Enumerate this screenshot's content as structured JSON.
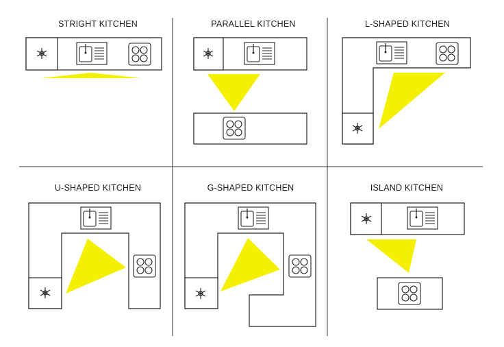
{
  "titles": {
    "straight": "STRIGHT KITCHEN",
    "parallel": "PARALLEL KITCHEN",
    "l_shaped": "L-SHAPED KITCHEN",
    "u_shaped": "U-SHAPED KITCHEN",
    "g_shaped": "G-SHAPED KITCHEN",
    "island": "ISLAND KITCHEN"
  },
  "colors": {
    "work_triangle": "#f5ef00",
    "lines": "#222222"
  },
  "icons": {
    "fridge": "snowflake-icon",
    "sink": "sink-icon",
    "stove": "stove-icon"
  }
}
